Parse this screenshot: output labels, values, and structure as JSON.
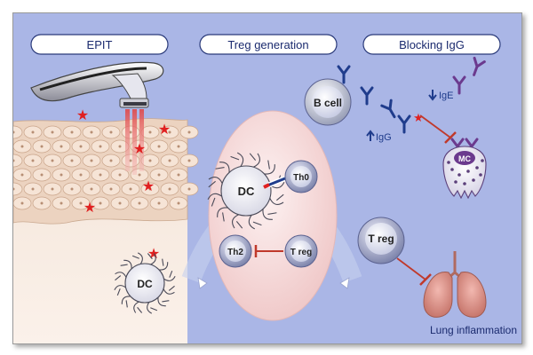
{
  "headers": {
    "epit": "EPIT",
    "treg_generation": "Treg generation",
    "blocking_igg": "Blocking IgG"
  },
  "cells": {
    "b_cell": "B cell",
    "dc_main": "DC",
    "dc_skin": "DC",
    "th0": "Th0",
    "th2": "Th2",
    "treg_inner": "T reg",
    "treg_large": "T reg",
    "mast_cell": "MC"
  },
  "markers": {
    "ige": "IgE",
    "igg": "IgG"
  },
  "outcome": {
    "lung_inflammation": "Lung inflammation"
  },
  "colors": {
    "panel_background": "#aab6e6",
    "header_pill": "#ffffff",
    "antigen_star": "#e02020",
    "inhibition": "#c0392b",
    "antibody_blue": "#1f3c8c",
    "antibody_purple": "#6b3a8e",
    "skin_cell": "#f1dccb",
    "egg": "#f7dada"
  }
}
